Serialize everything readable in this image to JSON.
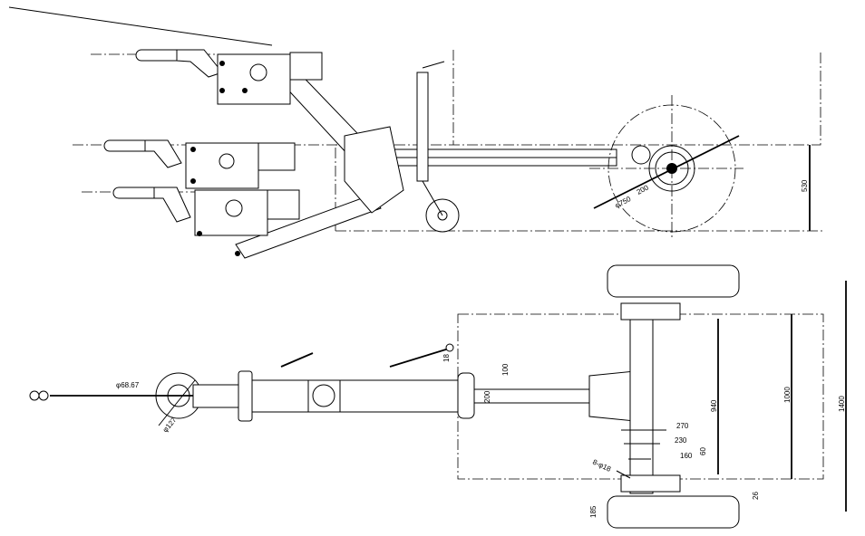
{
  "drawing": {
    "side_view": {
      "height_dim": "530",
      "wheel_diameter": "φ750",
      "hub_offset": "200"
    },
    "top_view": {
      "ball_diameter": "φ68.67",
      "eye_diameter": "φ127",
      "offset_small": "18",
      "offset_100": "100",
      "width_200": "200",
      "dim_270": "270",
      "dim_230": "230",
      "dim_160": "160",
      "dim_60": "60",
      "dim_940": "940",
      "dim_1000": "1000",
      "dim_1400": "1400",
      "dim_26": "26",
      "dim_185": "185",
      "bolt_holes": "8-φ18"
    }
  }
}
